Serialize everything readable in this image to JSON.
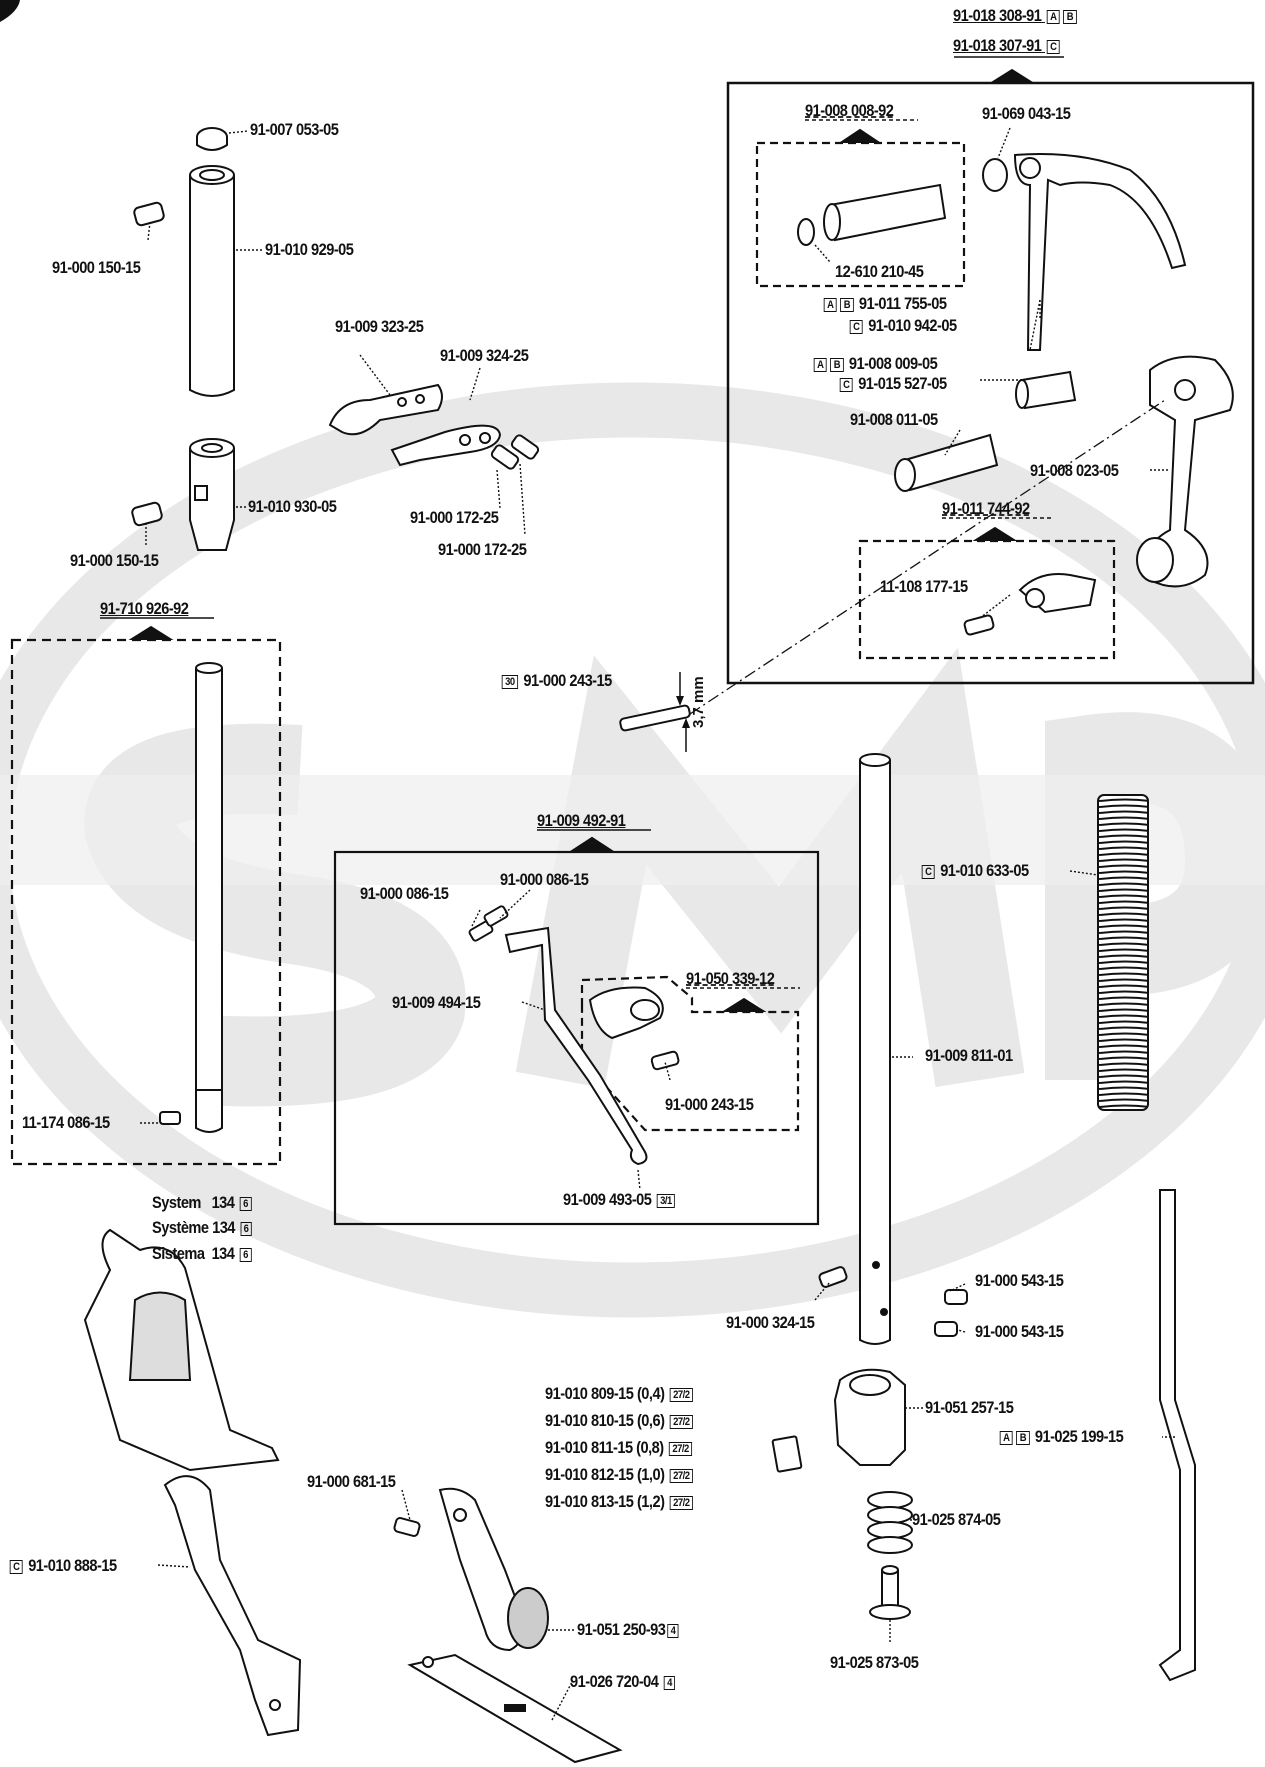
{
  "watermark": {
    "text": "SMP",
    "color": "#e6e6e6"
  },
  "assemblies": [
    {
      "id": "top",
      "code": "91-018 308-91",
      "badges": [
        "A",
        "B"
      ]
    },
    {
      "id": "top2",
      "code": "91-018 307-91",
      "badges": [
        "C"
      ]
    },
    {
      "id": "crank",
      "code": "91-008 008-92"
    },
    {
      "id": "guide",
      "code": "91-011 744-92"
    },
    {
      "id": "bar",
      "code": "91-710 926-92"
    },
    {
      "id": "bracket",
      "code": "91-009 492-91"
    },
    {
      "id": "clamp",
      "code": "91-050 339-12"
    }
  ],
  "parts": {
    "p1": "91-007 053-05",
    "p2": "91-010 929-05",
    "p3": "91-000 150-15",
    "p4": "91-009 323-25",
    "p5": "91-009 324-25",
    "p6": "91-010 930-05",
    "p7": "91-000 172-25",
    "p8": "91-000 172-25",
    "p9": "91-000 150-15",
    "p10": "91-069 043-15",
    "p11": "12-610 210-45",
    "p12": "91-011 755-05",
    "p13": "91-010 942-05",
    "p14": "91-008 009-05",
    "p15": "91-015 527-05",
    "p16": "91-008 011-05",
    "p17": "91-008 023-05",
    "p18": "11-108 177-15",
    "p19": "91-000 243-15",
    "p20": "91-010 633-05",
    "p21": "91-000 086-15",
    "p22": "91-000 086-15",
    "p23": "91-009 494-15",
    "p24": "91-000 243-15",
    "p25": "91-009 811-01",
    "p26": "11-174 086-15",
    "p27": "91-009 493-05",
    "p28": "91-000 543-15",
    "p29": "91-000 324-15",
    "p30": "91-000 543-15",
    "p31": "91-051 257-15",
    "p32": "91-025 199-15",
    "p33": "91-000 681-15",
    "p34": "91-025 874-05",
    "p35": "91-010 888-15",
    "p36": "91-051 250-93",
    "p37": "91-025 873-05",
    "p38": "91-026 720-04"
  },
  "badges": {
    "ab": [
      "A",
      "B"
    ],
    "c": "C",
    "qty30": "30",
    "ref31": "3/1",
    "ref272": "27/2",
    "ref4": "4",
    "ref6": "6"
  },
  "dimension": "3,7 mm",
  "system": {
    "label1": "System",
    "label2": "Système",
    "label3": "Sistema",
    "value": "134"
  },
  "gauges": [
    {
      "code": "91-010 809-15",
      "size": "(0,4)"
    },
    {
      "code": "91-010 810-15",
      "size": "(0,6)"
    },
    {
      "code": "91-010 811-15",
      "size": "(0,8)"
    },
    {
      "code": "91-010 812-15",
      "size": "(1,0)"
    },
    {
      "code": "91-010 813-15",
      "size": "(1,2)"
    }
  ]
}
